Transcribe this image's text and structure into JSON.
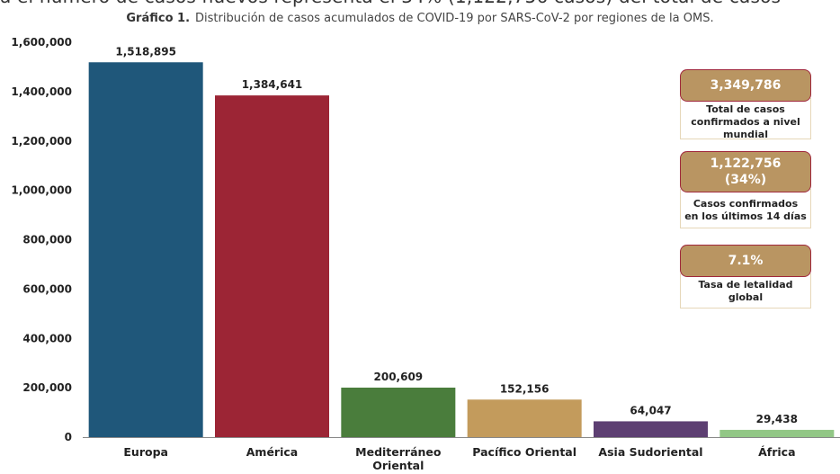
{
  "header_fragment": "a el número de casos nuevos representa el 34% (1,122,756 casos) del total de casos",
  "chart_data": {
    "type": "bar",
    "title_prefix": "Gráfico 1.",
    "title": "Distribución de casos acumulados de COVID-19 por SARS-CoV-2 por regiones de la OMS.",
    "categories": [
      "Europa",
      "América",
      "Mediterráneo\nOriental",
      "Pacífico Oriental",
      "Asia Sudoriental",
      "África"
    ],
    "values": [
      1518895,
      1384641,
      200609,
      152156,
      64047,
      29438
    ],
    "value_labels": [
      "1,518,895",
      "1,384,641",
      "200,609",
      "152,156",
      "64,047",
      "29,438"
    ],
    "colors": [
      "#1f577a",
      "#9c2535",
      "#4a7d3c",
      "#c39b5c",
      "#5d3f72",
      "#92c786"
    ],
    "ylim": [
      0,
      1600000
    ],
    "yticks": [
      0,
      200000,
      400000,
      600000,
      800000,
      1000000,
      1200000,
      1400000,
      1600000
    ],
    "ytick_labels": [
      "0",
      "200,000",
      "400,000",
      "600,000",
      "800,000",
      "1,000,000",
      "1,200,000",
      "1,400,000",
      "1,600,000"
    ],
    "grid": false,
    "xlabel": "",
    "ylabel": ""
  },
  "stats": [
    {
      "value_lines": [
        "3,349,786"
      ],
      "desc_lines": [
        "Total de casos",
        "confirmados a nivel",
        "mundial"
      ]
    },
    {
      "value_lines": [
        "1,122,756",
        "(34%)"
      ],
      "desc_lines": [
        "Casos confirmados",
        "en los últimos 14 días"
      ]
    },
    {
      "value_lines": [
        "7.1%"
      ],
      "desc_lines": [
        "Tasa de letalidad",
        "global"
      ]
    }
  ],
  "colors": {
    "stat_box_fill": "#b99562",
    "stat_box_border": "#a0283c"
  }
}
